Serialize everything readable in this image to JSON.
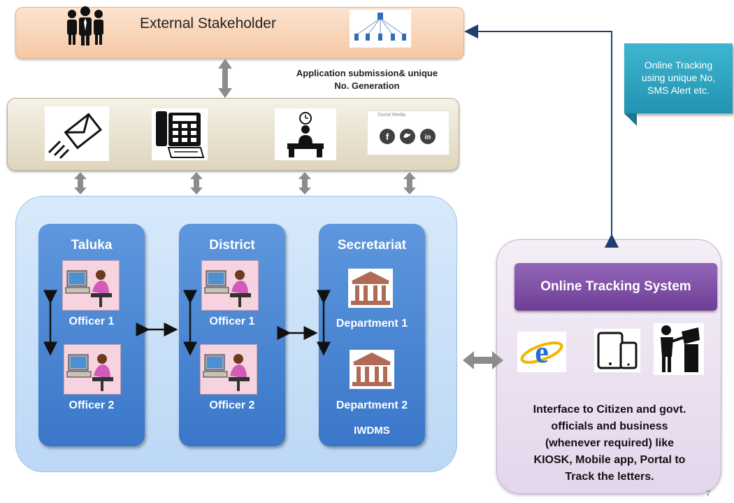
{
  "stakeholder": {
    "title": "External Stakeholder"
  },
  "submission_note": {
    "line1": "Application submission& unique",
    "line2": "No. Generation"
  },
  "channels": {
    "social_caption": "Social Media"
  },
  "columns": [
    {
      "title": "Taluka",
      "item1": "Officer 1",
      "item2": "Officer 2"
    },
    {
      "title": "District",
      "item1": "Officer 1",
      "item2": "Officer 2"
    },
    {
      "title": "Secretariat",
      "item1": "Department 1",
      "item2": "Department 2",
      "footer": "IWDMS"
    }
  ],
  "callout": {
    "line1": "Online Tracking",
    "line2": "using unique No,",
    "line3": "SMS Alert etc."
  },
  "tracking": {
    "title": "Online Tracking System",
    "interface_lines": [
      "Interface to Citizen and govt.",
      "officials and business",
      "(whenever required) like",
      "KIOSK, Mobile app, Portal to",
      "Track the letters."
    ]
  },
  "page_number": "7",
  "colors": {
    "column_blue": "#3a77c9",
    "tracking_purple": "#6d3e96",
    "callout_teal": "#2293b2",
    "connector_navy": "#1f3f73"
  }
}
